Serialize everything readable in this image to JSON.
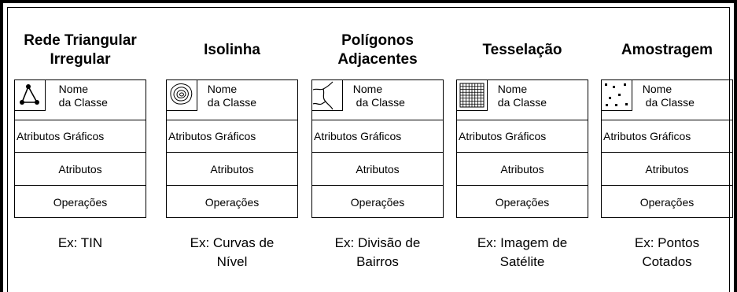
{
  "columns": [
    {
      "title": "Rede Triangular\nIrregular",
      "class_name": "   Nome\n   da Classe",
      "icon": "triangular-network-icon",
      "attr_graphic": "Atributos Gráficos",
      "attrs": "Atributos",
      "ops": "Operações",
      "example": "Ex: TIN"
    },
    {
      "title": "Isolinha",
      "class_name": "  Nome\n  da Classe",
      "icon": "contour-lines-icon",
      "attr_graphic": "Atributos Gráficos",
      "attrs": "Atributos",
      "ops": "Operações",
      "example": "Ex: Curvas de\nNível"
    },
    {
      "title": "Polígonos\nAdjacentes",
      "class_name": "  Nome\n   da Classe",
      "icon": "adjacent-polygons-icon",
      "attr_graphic": "Atributos Gráficos",
      "attrs": "Atributos",
      "ops": "Operações",
      "example": "Ex: Divisão de\nBairros"
    },
    {
      "title": "Tesselação",
      "class_name": "  Nome\n  da Classe",
      "icon": "grid-tessellation-icon",
      "attr_graphic": "Atributos Gráficos",
      "attrs": "Atributos",
      "ops": "Operações",
      "example": "Ex: Imagem de\nSatélite"
    },
    {
      "title": "Amostragem",
      "class_name": "  Nome\n   da Classe",
      "icon": "sample-points-icon",
      "attr_graphic": "Atributos Gráficos",
      "attrs": "Atributos",
      "ops": "Operações",
      "example": "Ex: Pontos\nCotados"
    }
  ]
}
